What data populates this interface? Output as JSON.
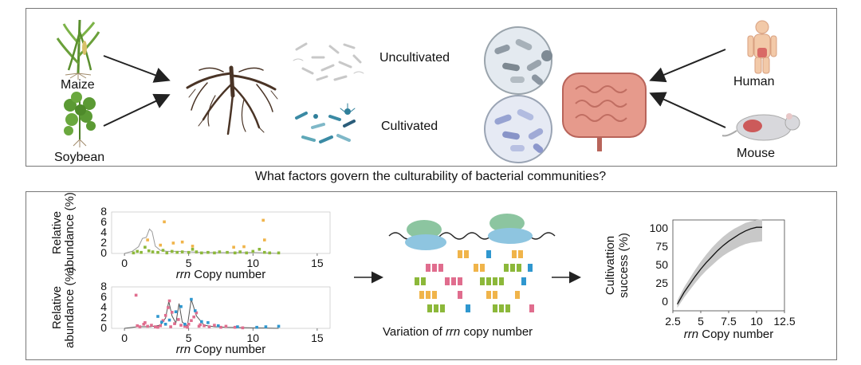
{
  "top_panel": {
    "labels": {
      "maize": "Maize",
      "soybean": "Soybean",
      "uncultivated": "Uncultivated",
      "cultivated": "Cultivated",
      "human": "Human",
      "mouse": "Mouse"
    },
    "icons": [
      "maize-plant-icon",
      "soybean-plant-icon",
      "root-system-icon",
      "uncultivated-bacteria-icon",
      "cultivated-bacteria-icon",
      "petri-dish-uncultivated-icon",
      "petri-dish-cultivated-icon",
      "intestine-icon",
      "human-body-icon",
      "mouse-icon"
    ]
  },
  "question": "What factors govern the culturability of bacterial communities?",
  "bottom_panel": {
    "variation_caption_pre": "Variation of ",
    "variation_caption_em": "rrn",
    "variation_caption_post": " copy number",
    "icons": [
      "ribosome-operon-icon",
      "rrn-gene-blocks-icon"
    ]
  },
  "chart_data": [
    {
      "type": "scatter",
      "ylabel_line1": "Relative",
      "ylabel_line2": "abundance (%)",
      "xlabel_em": "rrn",
      "xlabel_rest": " Copy number",
      "xlim": [
        -1,
        16
      ],
      "ylim": [
        0,
        8
      ],
      "xticks": [
        "0",
        "5",
        "10",
        "15"
      ],
      "yticks": [
        "0",
        "2",
        "4",
        "6",
        "8"
      ],
      "colors": {
        "green": "#8cb83a",
        "orange": "#f0b44a",
        "line": "#999999"
      },
      "points_green": [
        [
          0.7,
          0.1
        ],
        [
          1,
          0.4
        ],
        [
          1.3,
          0.2
        ],
        [
          1.6,
          1.2
        ],
        [
          1.9,
          0.5
        ],
        [
          2.2,
          0.3
        ],
        [
          2.6,
          0.2
        ],
        [
          3,
          0.6
        ],
        [
          3.3,
          0.1
        ],
        [
          3.7,
          0.4
        ],
        [
          4.1,
          0.2
        ],
        [
          4.5,
          0.3
        ],
        [
          5,
          0.2
        ],
        [
          5.3,
          0.8
        ],
        [
          5.6,
          0.3
        ],
        [
          6,
          0.1
        ],
        [
          6.5,
          0.2
        ],
        [
          7,
          0.1
        ],
        [
          7.4,
          0.3
        ],
        [
          8,
          0.2
        ],
        [
          8.6,
          0.1
        ],
        [
          9,
          0.3
        ],
        [
          9.5,
          0.1
        ],
        [
          10,
          0.4
        ],
        [
          10.5,
          0.8
        ],
        [
          10.9,
          0.2
        ],
        [
          11.3,
          0.1
        ],
        [
          12,
          0.1
        ]
      ],
      "points_orange": [
        [
          3.1,
          6.1
        ],
        [
          1.8,
          2.6
        ],
        [
          2.8,
          1.6
        ],
        [
          4.5,
          2.2
        ],
        [
          5.3,
          1.4
        ],
        [
          9.3,
          1.3
        ],
        [
          10.8,
          6.4
        ],
        [
          10.9,
          2.6
        ],
        [
          8.5,
          1.2
        ],
        [
          3.8,
          2.0
        ]
      ],
      "density_line": [
        [
          0,
          0
        ],
        [
          0.6,
          0.4
        ],
        [
          1.1,
          1.3
        ],
        [
          1.4,
          2.9
        ],
        [
          1.7,
          3.1
        ],
        [
          1.95,
          4.7
        ],
        [
          2.15,
          4.2
        ],
        [
          2.4,
          1.4
        ],
        [
          2.8,
          0.6
        ],
        [
          3.3,
          0.4
        ],
        [
          4.2,
          0.4
        ],
        [
          5,
          0.3
        ],
        [
          6,
          0.2
        ],
        [
          8,
          0.15
        ],
        [
          10,
          0.2
        ],
        [
          11,
          0.1
        ],
        [
          12,
          0
        ]
      ]
    },
    {
      "type": "scatter",
      "ylabel_line1": "Relative",
      "ylabel_line2": "abundance (%)",
      "xlabel_em": "rrn",
      "xlabel_rest": " Copy number",
      "xlim": [
        -1,
        16
      ],
      "ylim": [
        0,
        8
      ],
      "xticks": [
        "0",
        "5",
        "10",
        "15"
      ],
      "yticks": [
        "0",
        "2",
        "4",
        "6",
        "8"
      ],
      "colors": {
        "pink": "#e06d8e",
        "blue": "#2f97cf",
        "line": "#555555"
      },
      "points_pink": [
        [
          0.9,
          6.4
        ],
        [
          1,
          0.5
        ],
        [
          1.2,
          0.3
        ],
        [
          1.5,
          0.8
        ],
        [
          1.8,
          0.4
        ],
        [
          2.1,
          0.6
        ],
        [
          2.4,
          0.3
        ],
        [
          2.8,
          0.5
        ],
        [
          3,
          1.5
        ],
        [
          3.2,
          2.5
        ],
        [
          3.4,
          4.0
        ],
        [
          3.5,
          5.3
        ],
        [
          3.7,
          3.1
        ],
        [
          3.9,
          0.9
        ],
        [
          4.2,
          1.7
        ],
        [
          4.4,
          0.6
        ],
        [
          4.7,
          0.4
        ],
        [
          5,
          0.8
        ],
        [
          5.2,
          1.5
        ],
        [
          5.4,
          2.2
        ],
        [
          5.6,
          3.0
        ],
        [
          5.9,
          0.7
        ],
        [
          6.2,
          0.5
        ],
        [
          6.6,
          0.3
        ],
        [
          7,
          0.6
        ],
        [
          7.5,
          0.2
        ],
        [
          7.9,
          0.4
        ],
        [
          8.6,
          0.2
        ],
        [
          9.2,
          0.1
        ],
        [
          1.6,
          1.1
        ],
        [
          2.6,
          0.2
        ],
        [
          3.6,
          0.3
        ],
        [
          4.9,
          0.2
        ],
        [
          5.8,
          0.4
        ]
      ],
      "points_blue": [
        [
          2.6,
          2.3
        ],
        [
          3.2,
          0.8
        ],
        [
          3.5,
          1.6
        ],
        [
          4,
          3.2
        ],
        [
          4.4,
          4.2
        ],
        [
          5.2,
          5.6
        ],
        [
          5.5,
          3.4
        ],
        [
          6,
          1.3
        ],
        [
          6.5,
          1.1
        ],
        [
          7.3,
          0.5
        ],
        [
          8.8,
          0.3
        ],
        [
          10.3,
          0.2
        ],
        [
          11,
          0.3
        ],
        [
          12,
          0.4
        ],
        [
          2.9,
          1.2
        ],
        [
          4.7,
          0.8
        ]
      ],
      "density_line": [
        [
          0,
          0
        ],
        [
          1,
          0.3
        ],
        [
          2,
          0.3
        ],
        [
          2.8,
          0.6
        ],
        [
          3.2,
          2.0
        ],
        [
          3.45,
          5.2
        ],
        [
          3.7,
          2.4
        ],
        [
          4,
          1.0
        ],
        [
          4.25,
          4.8
        ],
        [
          4.5,
          1.2
        ],
        [
          4.9,
          0.5
        ],
        [
          5.2,
          5.6
        ],
        [
          5.6,
          2.4
        ],
        [
          6.2,
          0.6
        ],
        [
          7,
          0.3
        ],
        [
          8,
          0.2
        ],
        [
          10,
          0.1
        ],
        [
          12,
          0
        ]
      ]
    },
    {
      "type": "line",
      "ylabel_line1": "Cultivattion",
      "ylabel_line2": "success (%)",
      "xlabel_em": "rrn",
      "xlabel_rest": " Copy number",
      "xlim": [
        2.5,
        12.5
      ],
      "ylim": [
        -12,
        112
      ],
      "xticks": [
        "2.5",
        "5",
        "7.5",
        "10",
        "12.5"
      ],
      "yticks": [
        "0",
        "25",
        "50",
        "75",
        "100"
      ],
      "colors": {
        "line": "#111111",
        "band": "#c8c8c8"
      },
      "x": [
        2.9,
        3.5,
        4,
        4.5,
        5,
        5.5,
        6,
        6.5,
        7,
        7.5,
        8,
        8.5,
        9,
        9.5,
        10,
        10.5
      ],
      "y": [
        -3,
        13,
        24,
        35,
        45,
        54,
        62,
        70,
        77,
        83,
        88,
        93,
        97,
        100,
        102,
        102
      ],
      "lower": [
        -8,
        6,
        16,
        26,
        35,
        43,
        50,
        57,
        63,
        68,
        72,
        76,
        79,
        81,
        82,
        83
      ],
      "upper": [
        2,
        20,
        32,
        44,
        55,
        65,
        74,
        82,
        89,
        95,
        100,
        104,
        108,
        110,
        112,
        113
      ]
    }
  ]
}
